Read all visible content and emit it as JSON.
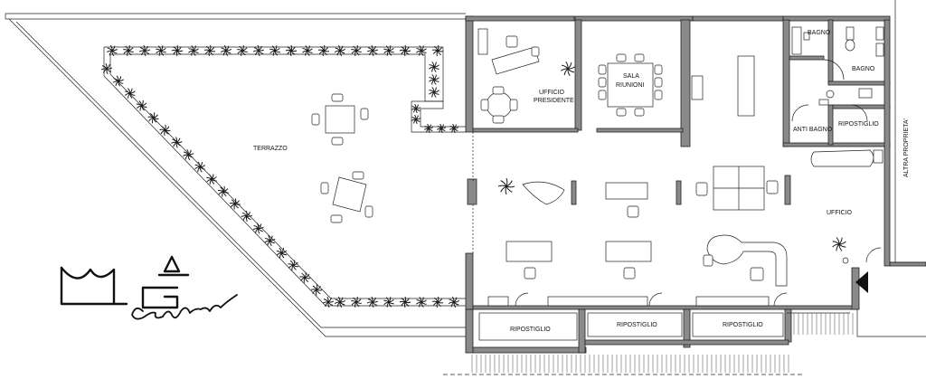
{
  "rooms": {
    "terrazzo": "TERRAZZO",
    "ufficio_presidente_1": "UFFICIO",
    "ufficio_presidente_2": "PRESIDENTE",
    "sala_riunioni_1": "SALA",
    "sala_riunioni_2": "RIUNIONI",
    "bagno_1": "BAGNO",
    "bagno_2": "BAGNO",
    "anti_bagno": "ANTI BAGNO",
    "ripostiglio_top": "RIPOSTIGLIO",
    "ufficio": "UFFICIO",
    "ripostiglio_1": "RIPOSTIGLIO",
    "ripostiglio_2": "RIPOSTIGLIO",
    "ripostiglio_3": "RIPOSTIGLIO"
  },
  "annotations": {
    "altra_proprieta": "ALTRA PROPRIETA'"
  },
  "logo": {
    "script_text": "capirol"
  },
  "colors": {
    "wall_fill": "#8a8a8a",
    "line": "#222222",
    "background": "#ffffff"
  }
}
